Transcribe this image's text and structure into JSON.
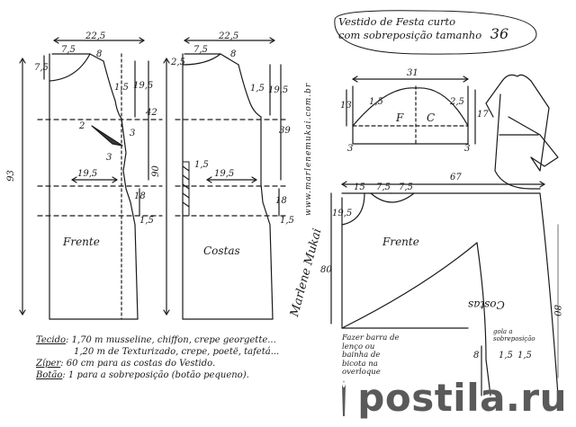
{
  "title": {
    "line1": "Vestido de Festa curto",
    "line2": "com sobreposição tamanho",
    "size": "36"
  },
  "front_bodice": {
    "label": "Frente",
    "width_top": "22,5",
    "shoulder": "7,5",
    "neck_offset": "8",
    "neck_depth": "7,5",
    "armhole_inset": "1,5",
    "armhole_depth": "19,5",
    "bust_line": "42",
    "dart_width": "2",
    "dart_top": "3",
    "dart_bottom": "3",
    "waist_width": "19,5",
    "hip_side": "18",
    "hem_offset": "1,5",
    "total_length": "93"
  },
  "back_bodice": {
    "label": "Costas",
    "width_top": "22,5",
    "shoulder": "7,5",
    "neck_offset": "8",
    "neck_depth": "2,5",
    "armhole_inset": "1,5",
    "armhole_depth": "19,5",
    "bust_line": "39",
    "zip_offset": "1,5",
    "waist_width": "19,5",
    "hip_side": "18",
    "hem_offset": "1,5",
    "total_length": "90"
  },
  "sleeve": {
    "width": "31",
    "left_height": "13",
    "right_height": "17",
    "left_curve": "1,5",
    "right_curve": "2,5",
    "left_mark": "F",
    "right_mark": "C",
    "left_bottom": "3",
    "right_bottom": "3"
  },
  "overlay": {
    "front_label": "Frente",
    "back_label": "Costas",
    "width_top": "67",
    "seg1": "15",
    "seg2": "7,5",
    "seg3": "7,5",
    "neck_depth": "19,5",
    "height": "80",
    "right_height": "80",
    "small_a": "8",
    "small_b": "1,5",
    "small_c": "1,5",
    "hem_note_1": "Fazer barra de",
    "hem_note_2": "lenço ou",
    "hem_note_3": "bainha de",
    "hem_note_4": "bicota na",
    "hem_note_5": "overloque",
    "gola_note_1": "gola a",
    "gola_note_2": "sobreposição"
  },
  "watermark_vertical": "www.marlenemukai.com.br",
  "signature": "Marlene Mukai",
  "notes": {
    "tecido_label": "Tecido",
    "tecido_1": ": 1,70 m musseline, chiffon, crepe georgette...",
    "tecido_2": "1,20 m de Texturizado, crepe, poetë, tafetá...",
    "ziper_label": "Zíper",
    "ziper_text": ": 60 cm para as costas do Vestido.",
    "botao_label": "Botão",
    "botao_text": ": 1 para a sobreposição (botão pequeno)."
  },
  "brand": {
    "site": "postila.ru",
    "color": "#5a5a5a"
  }
}
